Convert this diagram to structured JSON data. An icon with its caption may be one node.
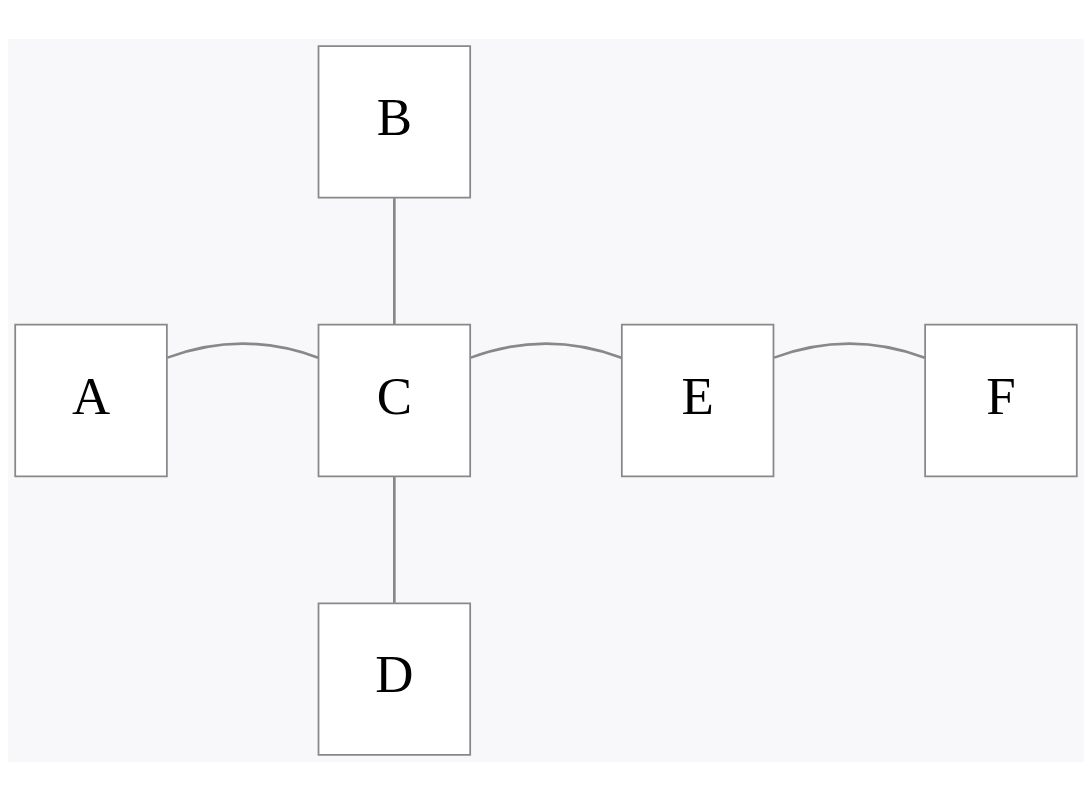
{
  "diagram": {
    "nodes": [
      {
        "text": [
          "B"
        ]
      },
      {
        "text": [
          "A"
        ]
      },
      {
        "text": [
          "C"
        ]
      },
      {
        "text": [
          "E"
        ]
      },
      {
        "text": [
          "F"
        ]
      },
      {
        "text": [
          "D"
        ]
      }
    ],
    "edges": [
      {
        "from": 0,
        "to": 2,
        "arrow": "none"
      },
      {
        "from": 1,
        "to": 2,
        "arrow": "none"
      },
      {
        "from": 2,
        "to": 3,
        "arrow": "none"
      },
      {
        "from": 3,
        "to": 4,
        "arrow": "none"
      },
      {
        "from": 2,
        "to": 5,
        "arrow": "none"
      }
    ]
  }
}
